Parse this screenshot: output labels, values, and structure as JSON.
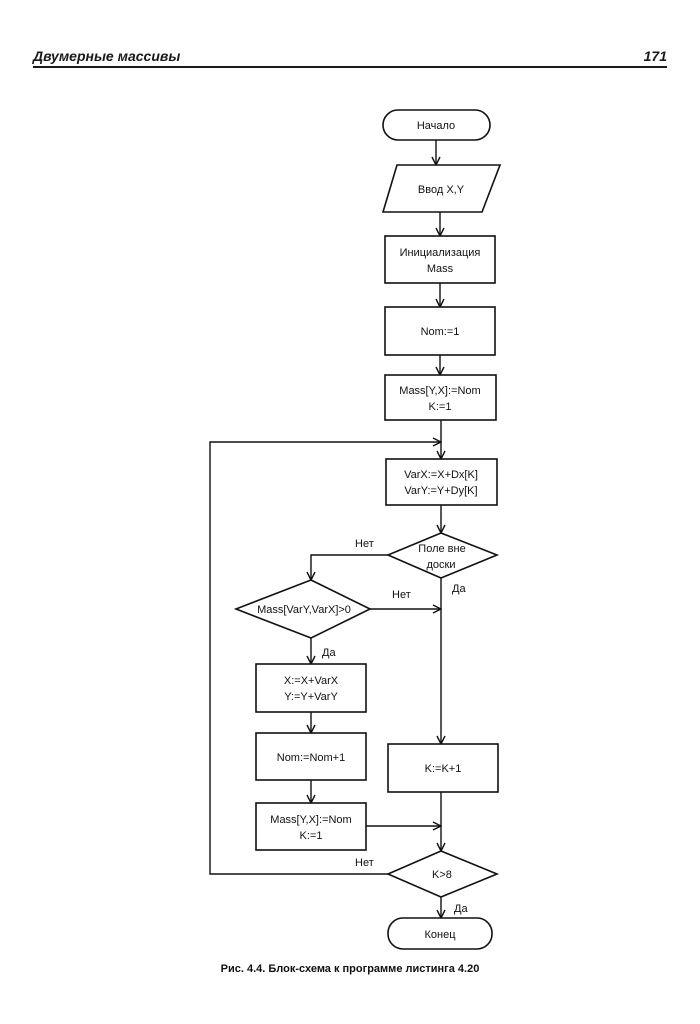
{
  "header": {
    "title": "Двумерные массивы",
    "page_number": "171"
  },
  "flowchart": {
    "start": "Начало",
    "input": "Ввод X,Y",
    "init": [
      "Инициализация",
      "Mass"
    ],
    "nom_init": "Nom:=1",
    "mass_set_1": [
      "Mass[Y,X]:=Nom",
      "K:=1"
    ],
    "var_calc": [
      "VarX:=X+Dx[K]",
      "VarY:=Y+Dy[K]"
    ],
    "cond_off_board": [
      "Поле вне",
      "доски"
    ],
    "cond_mass": "Mass[VarY,VarX]>0",
    "move": [
      "X:=X+VarX",
      "Y:=Y+VarY"
    ],
    "nom_inc": "Nom:=Nom+1",
    "mass_set_2": [
      "Mass[Y,X]:=Nom",
      "K:=1"
    ],
    "k_inc": "K:=K+1",
    "cond_k": "K>8",
    "end": "Конец",
    "labels": {
      "no_off_board": "Нет",
      "yes_off_board": "Да",
      "no_mass": "Нет",
      "yes_mass": "Да",
      "no_k": "Нет",
      "yes_k": "Да"
    }
  },
  "caption": "Рис. 4.4. Блок-схема к программе листинга 4.20"
}
